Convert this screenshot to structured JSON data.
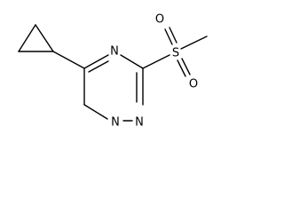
{
  "molecule": {
    "atoms": {
      "n_top": "N",
      "n_bottom_left": "N",
      "n_bottom_right": "N",
      "sulfur": "S",
      "oxygen_top": "O",
      "oxygen_bottom": "O"
    }
  }
}
